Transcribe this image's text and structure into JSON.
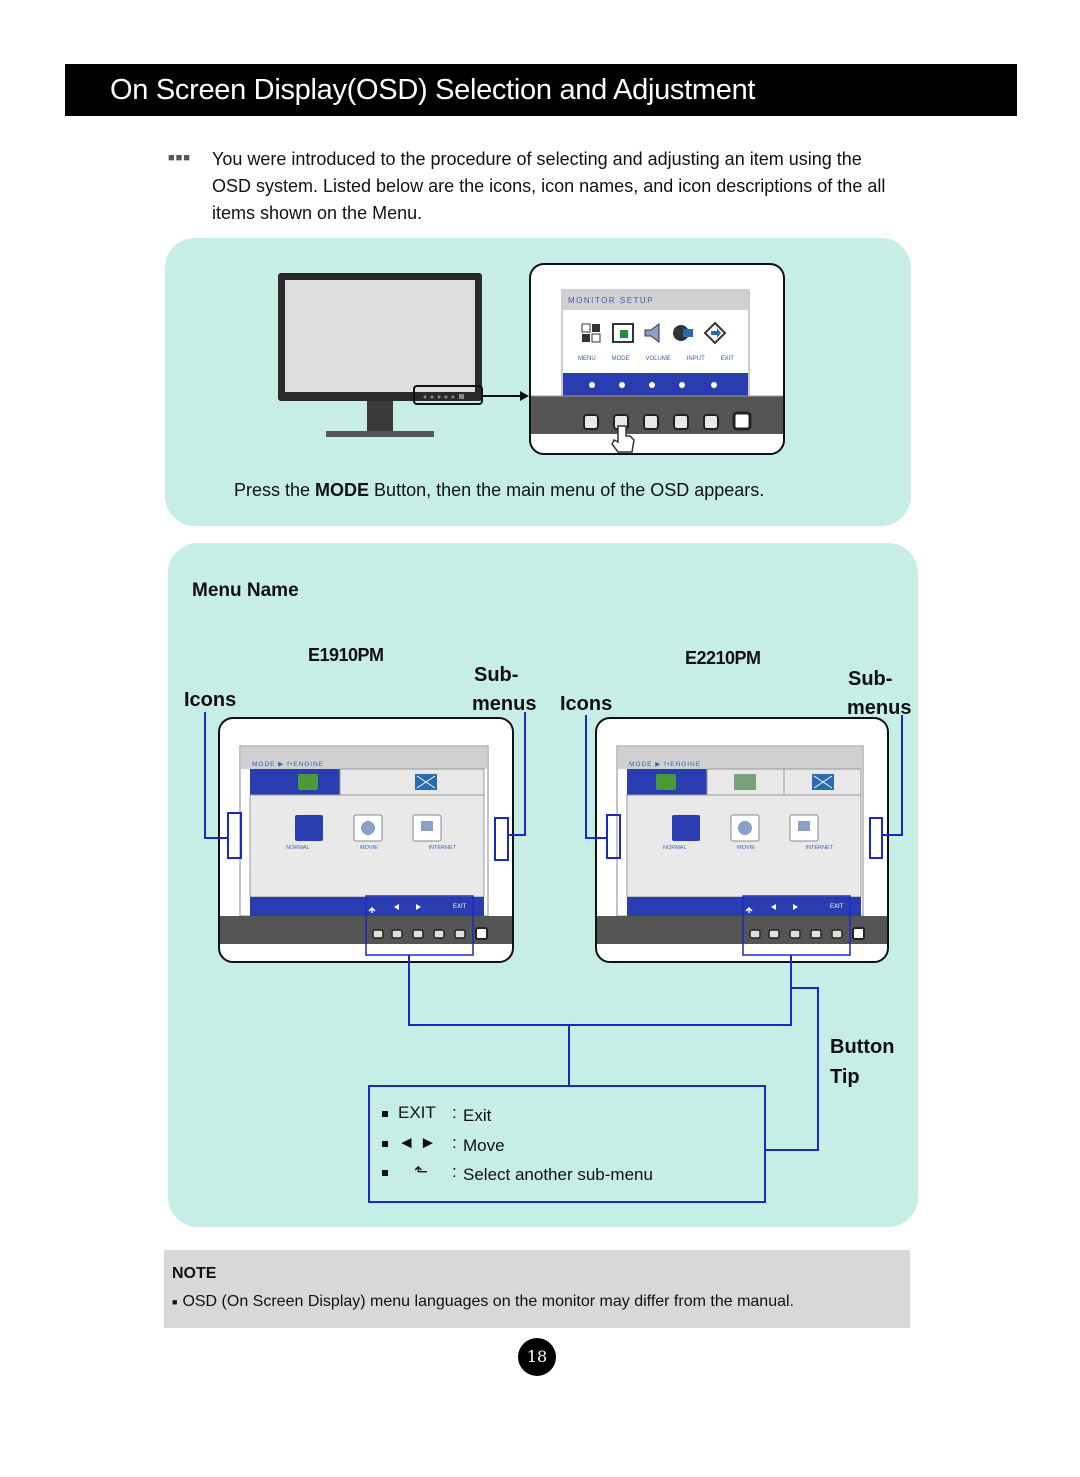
{
  "header": {
    "title": "On Screen Display(OSD) Selection and Adjustment"
  },
  "intro": {
    "text": "You were introduced to the procedure of selecting and adjusting an item using the OSD system. Listed below are the icons, icon names, and icon descriptions of the all items shown on the Menu."
  },
  "panel1": {
    "osd_title": "MONITOR SETUP",
    "menu_items": [
      "MENU",
      "MODE",
      "VOLUME",
      "INPUT",
      "EXIT"
    ],
    "caption_pre": "Press the ",
    "caption_bold": "MODE",
    "caption_post": " Button, then the main menu of the OSD appears."
  },
  "panel2": {
    "heading": "Menu Name",
    "models": [
      "E1910PM",
      "E2210PM"
    ],
    "icons_label": "Icons",
    "submenus_label_1": "Sub-",
    "submenus_label_2": "menus",
    "osd_title": "MODE ▶ f•ENGINE",
    "submenu_items": [
      "NORMAL",
      "MOVIE",
      "INTERNET"
    ],
    "exit_small": "EXIT",
    "button_tip_1": "Button",
    "button_tip_2": "Tip",
    "tips": [
      {
        "key": "EXIT",
        "sep": ":",
        "desc": "Exit"
      },
      {
        "key": "◄ ►",
        "sep": ":",
        "desc": "Move"
      },
      {
        "key": "⬑",
        "sep": ":",
        "desc": "Select another sub-menu"
      }
    ]
  },
  "note": {
    "heading": "NOTE",
    "text": "OSD (On Screen Display) menu languages on the monitor may differ from the manual."
  },
  "page_number": "18",
  "colors": {
    "panel": "#c6eee7",
    "osd_blue": "#2a3db0",
    "line_blue": "#1a28c8",
    "bezel": "#555555"
  }
}
